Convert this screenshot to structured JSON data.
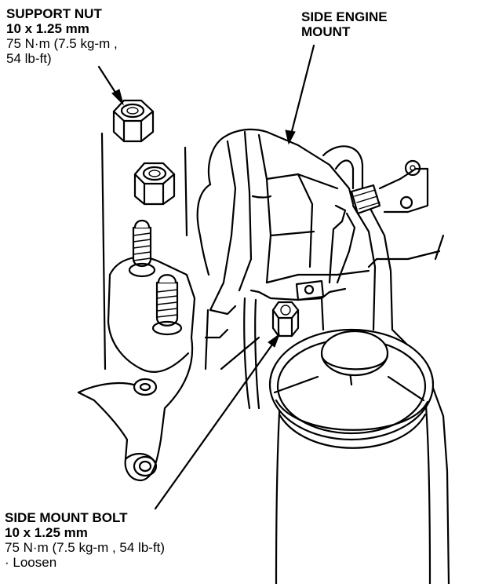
{
  "support_nut": {
    "title": "SUPPORT NUT",
    "size": "10 x 1.25 mm",
    "torque_line1": "75 N·m (7.5 kg-m ,",
    "torque_line2": "54 lb-ft)"
  },
  "side_engine_mount": {
    "line1": "SIDE ENGINE",
    "line2": "MOUNT"
  },
  "side_mount_bolt": {
    "title": "SIDE MOUNT BOLT",
    "size": "10 x 1.25 mm",
    "torque": "75 N·m (7.5 kg-m , 54 lb-ft)",
    "note": "· Loosen"
  }
}
